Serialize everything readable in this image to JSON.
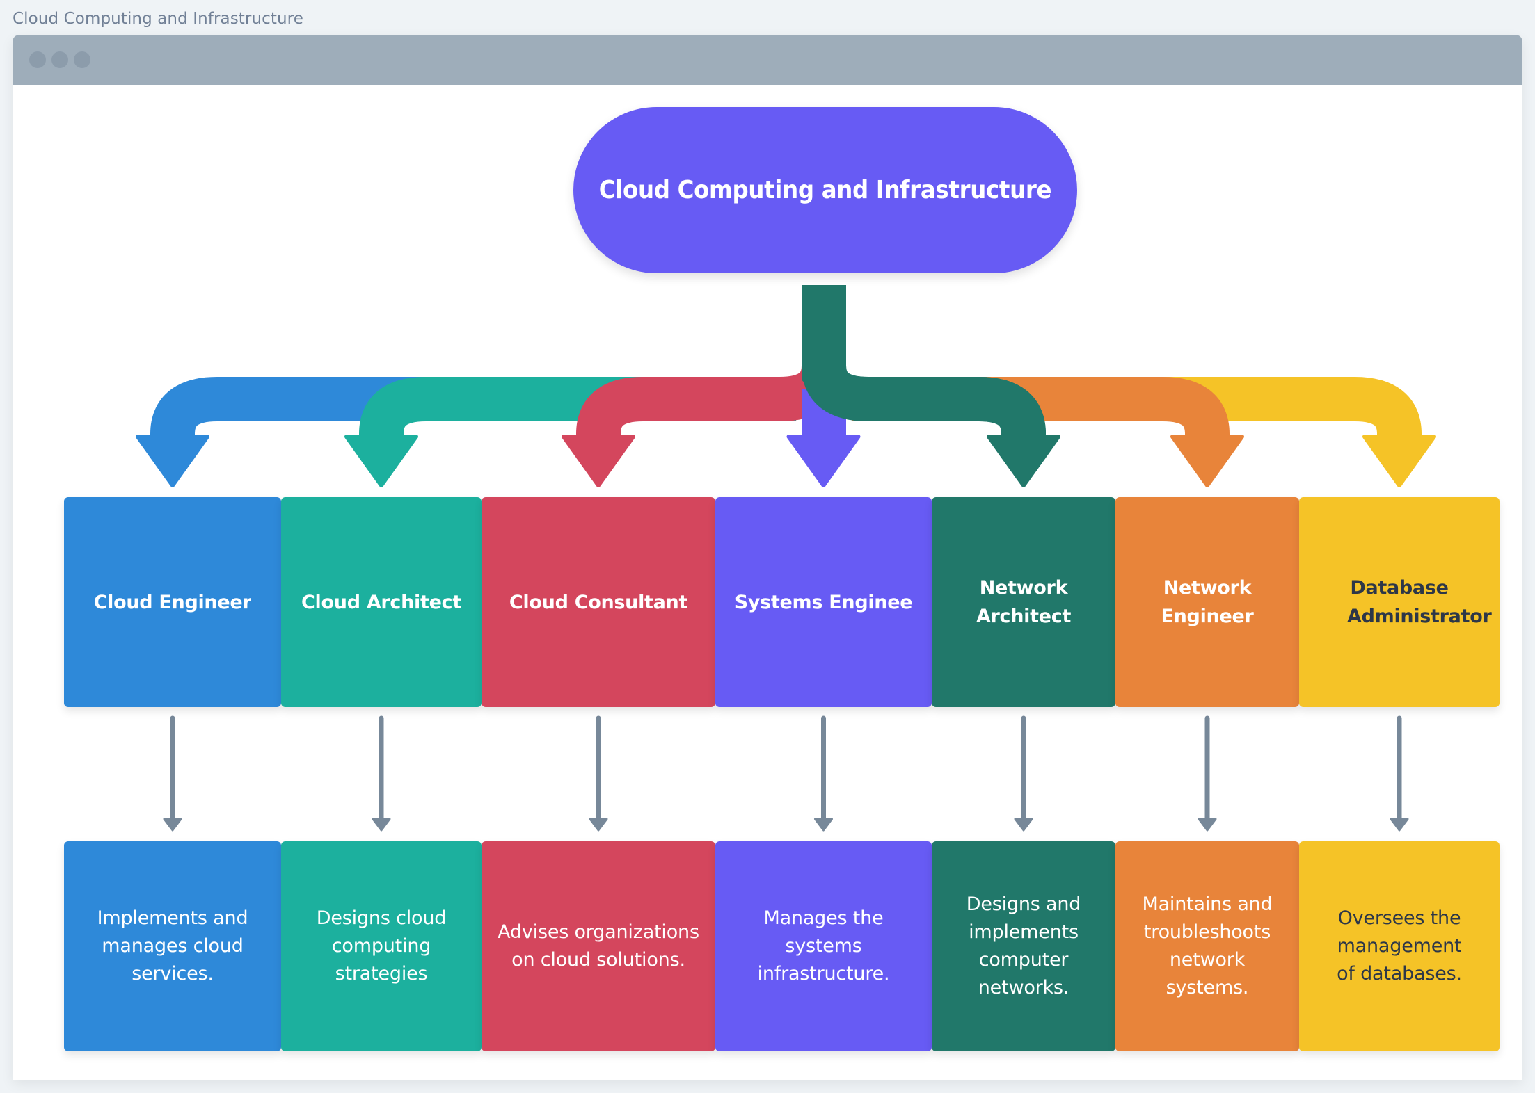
{
  "page": {
    "title": "Cloud Computing and Infrastructure"
  },
  "window": {
    "controls": [
      "window-dot",
      "window-dot",
      "window-dot"
    ]
  },
  "diagram": {
    "root": {
      "label": "Cloud Computing and Infrastructure",
      "color": "#675bf4"
    },
    "connector_color": "#778899",
    "nodes": [
      {
        "role": "Cloud Engineer",
        "description": "Implements and manages cloud services.",
        "color": "#2e89d9",
        "text_color": "#ffffff"
      },
      {
        "role": "Cloud Architect",
        "description": "Designs cloud computing strategies",
        "color": "#1cb09e",
        "text_color": "#ffffff"
      },
      {
        "role": "Cloud Consultant",
        "description": "Advises organizations on cloud solutions.",
        "color": "#d4465d",
        "text_color": "#ffffff"
      },
      {
        "role": "Systems Enginee",
        "description": "Manages the systems infrastructure.",
        "color": "#675bf4",
        "text_color": "#ffffff"
      },
      {
        "role": "Network Architect",
        "description": "Designs and implements computer networks.",
        "color": "#21786a",
        "text_color": "#ffffff"
      },
      {
        "role": "Network Engineer",
        "description": "Maintains and troubleshoots network systems.",
        "color": "#e8843a",
        "text_color": "#ffffff"
      },
      {
        "role": "Database Administrator",
        "description": "Oversees the management of databases.",
        "color": "#f5c327",
        "text_color": "#2d3748"
      }
    ]
  }
}
